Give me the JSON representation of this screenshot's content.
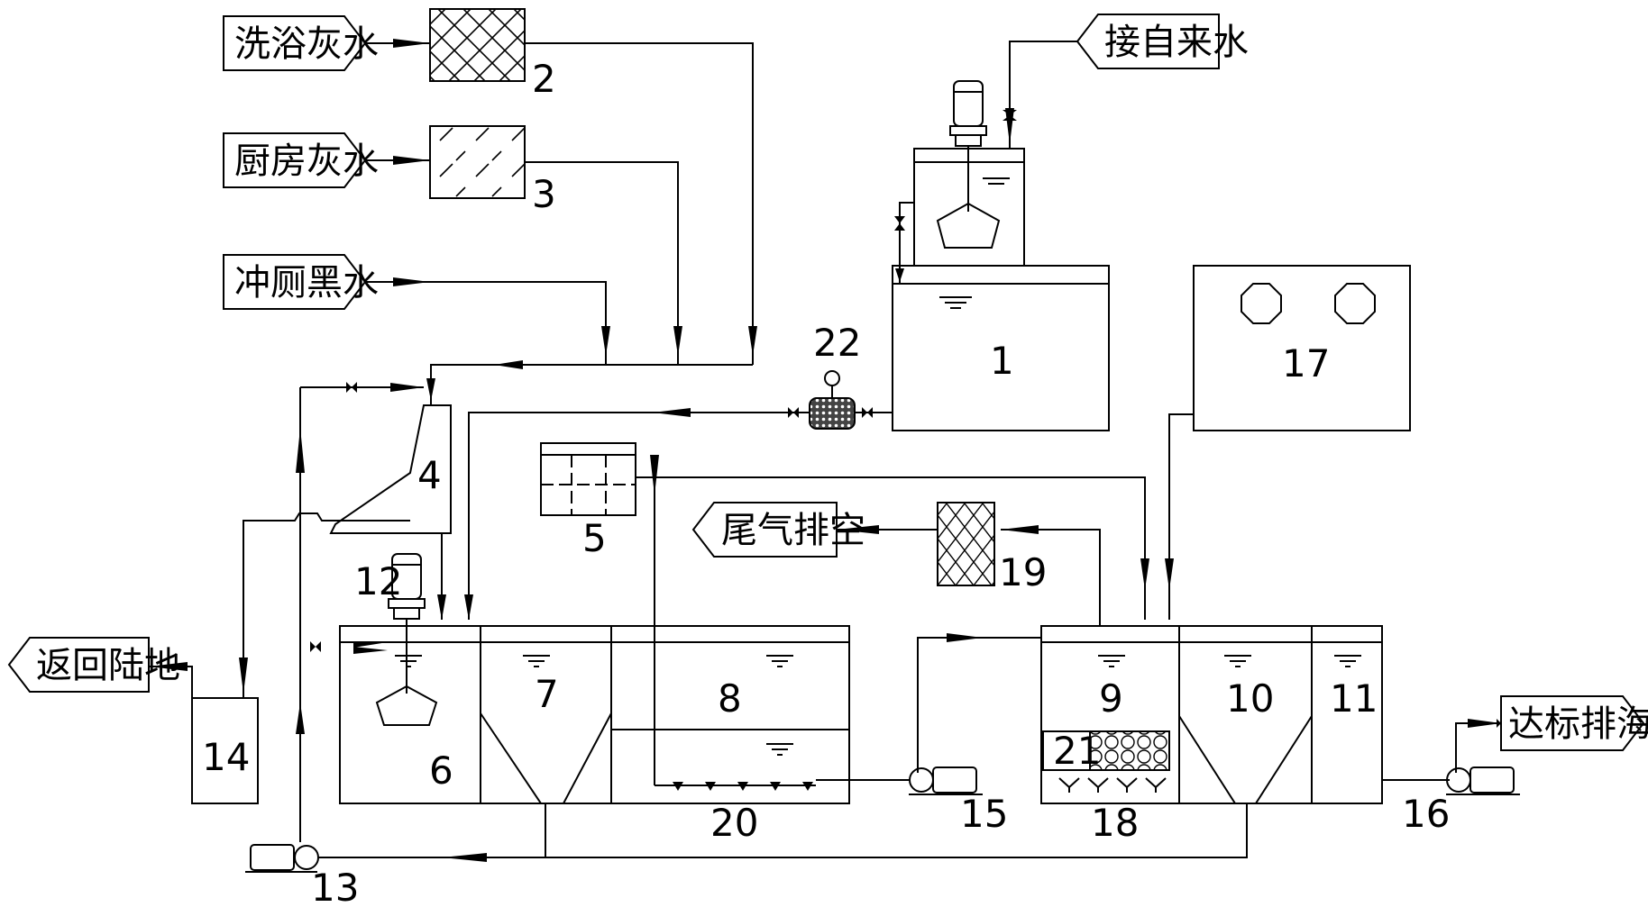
{
  "sources": {
    "bath_greywater": "洗浴灰水",
    "kitchen_greywater": "厨房灰水",
    "toilet_blackwater": "冲厕黑水",
    "tap_water": "接自来水"
  },
  "outputs": {
    "return_land": "返回陆地",
    "exhaust_vent": "尾气排空",
    "discharge_sea": "达标排海"
  },
  "units": {
    "u1": "1",
    "u2": "2",
    "u3": "3",
    "u4": "4",
    "u5": "5",
    "u6": "6",
    "u7": "7",
    "u8": "8",
    "u9": "9",
    "u10": "10",
    "u11": "11",
    "u12": "12",
    "u13": "13",
    "u14": "14",
    "u15": "15",
    "u16": "16",
    "u17": "17",
    "u18": "18",
    "u19": "19",
    "u20": "20",
    "u21": "21",
    "u22": "22"
  },
  "icons": {
    "motor": "motor-icon",
    "pump": "pump-icon",
    "valve": "valve-icon",
    "mixer": "mixer-icon",
    "meter": "meter-icon"
  }
}
